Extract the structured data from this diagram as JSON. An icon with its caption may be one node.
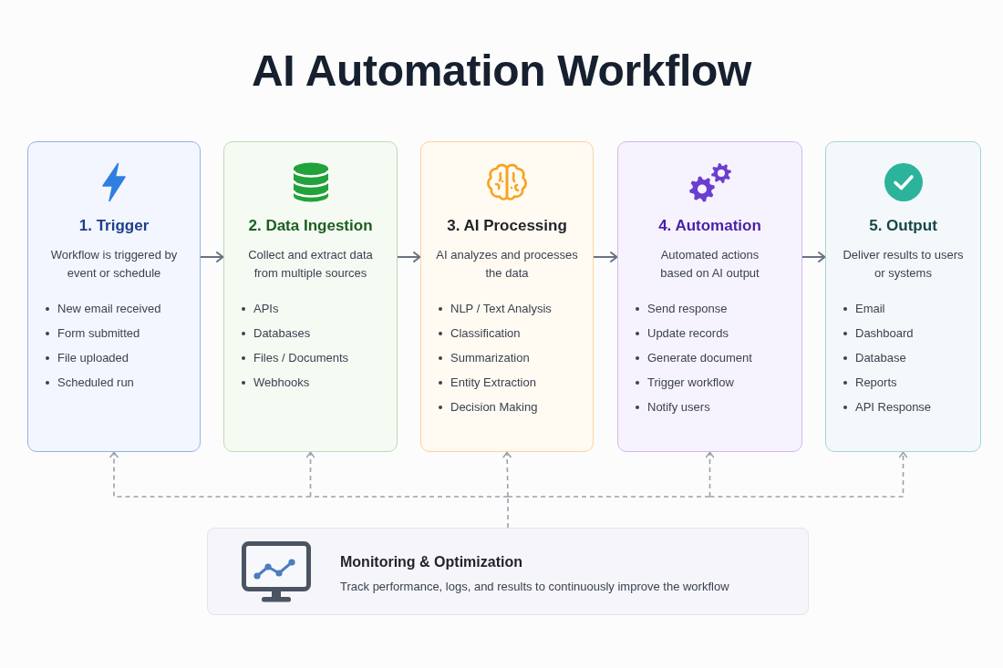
{
  "diagram": {
    "title": "AI Automation Workflow",
    "nodes": [
      {
        "text": [
          "1. Trigger",
          "Workflow is triggered by event or schedule",
          "New email received",
          "Form submitted",
          "File uploaded",
          "Scheduled run"
        ]
      },
      {
        "text": [
          "2. Data Ingestion",
          "Collect and extract data from multiple sources",
          "APIs",
          "Databases",
          "Files / Documents",
          "Webhooks"
        ]
      },
      {
        "text": [
          "3. AI Processing",
          "AI analyzes and processes the data",
          "NLP / Text Analysis",
          "Classification",
          "Summarization",
          "Entity Extraction",
          "Decision Making"
        ]
      },
      {
        "text": [
          "4. Automation",
          "Automated actions based on AI output",
          "Send response",
          "Update records",
          "Generate document",
          "Trigger workflow",
          "Notify users"
        ]
      },
      {
        "text": [
          "5. Output",
          "Deliver results to users or systems",
          "Email",
          "Dashboard",
          "Database",
          "Reports",
          "API Response"
        ]
      },
      {
        "text": [
          "Monitoring & Optimization",
          "Track performance, logs, and results to continuously improve the workflow"
        ]
      }
    ],
    "edges": [
      {
        "from": 0,
        "to": 1,
        "arrow": "to",
        "color": "#6b7280"
      },
      {
        "from": 1,
        "to": 2,
        "arrow": "to",
        "color": "#6b7280"
      },
      {
        "from": 2,
        "to": 3,
        "arrow": "to",
        "color": "#6b7280"
      },
      {
        "from": 3,
        "to": 4,
        "arrow": "to",
        "color": "#6b7280"
      },
      {
        "from": 5,
        "to": 0,
        "arrow": "to",
        "style": "dashed"
      },
      {
        "from": 5,
        "to": 1,
        "arrow": "to",
        "style": "dashed"
      },
      {
        "from": 5,
        "to": 2,
        "arrow": "to",
        "style": "dashed"
      },
      {
        "from": 5,
        "to": 3,
        "arrow": "to",
        "style": "dashed"
      },
      {
        "from": 5,
        "to": 4,
        "arrow": "to",
        "style": "dashed"
      }
    ]
  }
}
